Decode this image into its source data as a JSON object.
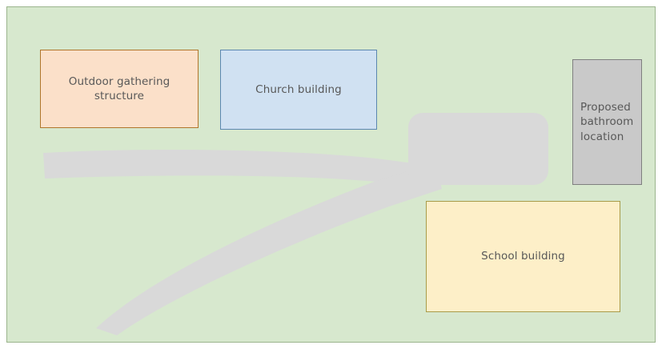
{
  "site_plan": {
    "background_color": "#d7e8ce",
    "border_color": "#9bb48c",
    "path_color": "#d9d9d9",
    "label_color": "#585858",
    "zones": [
      {
        "id": "outdoor-gathering-structure",
        "label": "Outdoor gathering\nstructure",
        "fill": "#fbe0c9",
        "stroke": "#b0762b",
        "align": "center"
      },
      {
        "id": "church-building",
        "label": "Church building",
        "fill": "#d0e1f2",
        "stroke": "#5b87b0",
        "align": "center"
      },
      {
        "id": "proposed-bathroom-location",
        "label": "Proposed\nbathroom\nlocation",
        "fill": "#c9c9c9",
        "stroke": "#7f7f7f",
        "align": "left"
      },
      {
        "id": "school-building",
        "label": "School building",
        "fill": "#fdefc8",
        "stroke": "#a89b49",
        "align": "center"
      }
    ],
    "paths": [
      {
        "id": "west-path",
        "name": "west-walking-path"
      },
      {
        "id": "southwest-path",
        "name": "southwest-walking-path"
      },
      {
        "id": "central-plaza",
        "name": "central-paved-plaza"
      }
    ]
  }
}
